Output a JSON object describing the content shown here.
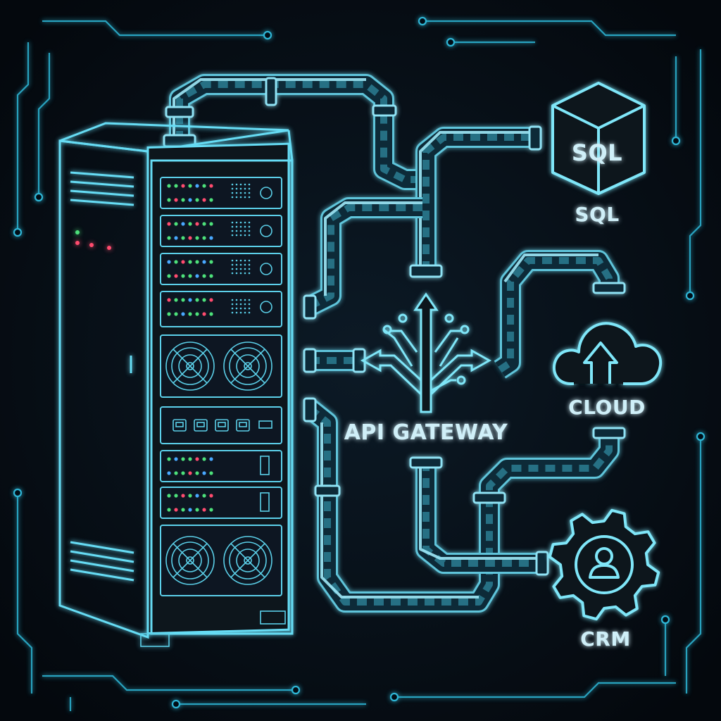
{
  "labels": {
    "gateway": "API GATEWAY",
    "sql_label": "SQL",
    "sql_cube_text": "SQL",
    "cloud_label": "CLOUD",
    "crm_label": "CRM"
  },
  "icons": [
    "server-rack-icon",
    "api-gateway-icon",
    "sql-database-cube-icon",
    "cloud-upload-icon",
    "crm-gear-user-icon",
    "pipe-icon"
  ],
  "colors": {
    "background": "#060b12",
    "neon_cyan": "#66dcf4",
    "pipe": "#5fc4da",
    "led_green": "#4ee07a",
    "led_red": "#ff4b6e",
    "led_blue": "#4aa8ff"
  }
}
